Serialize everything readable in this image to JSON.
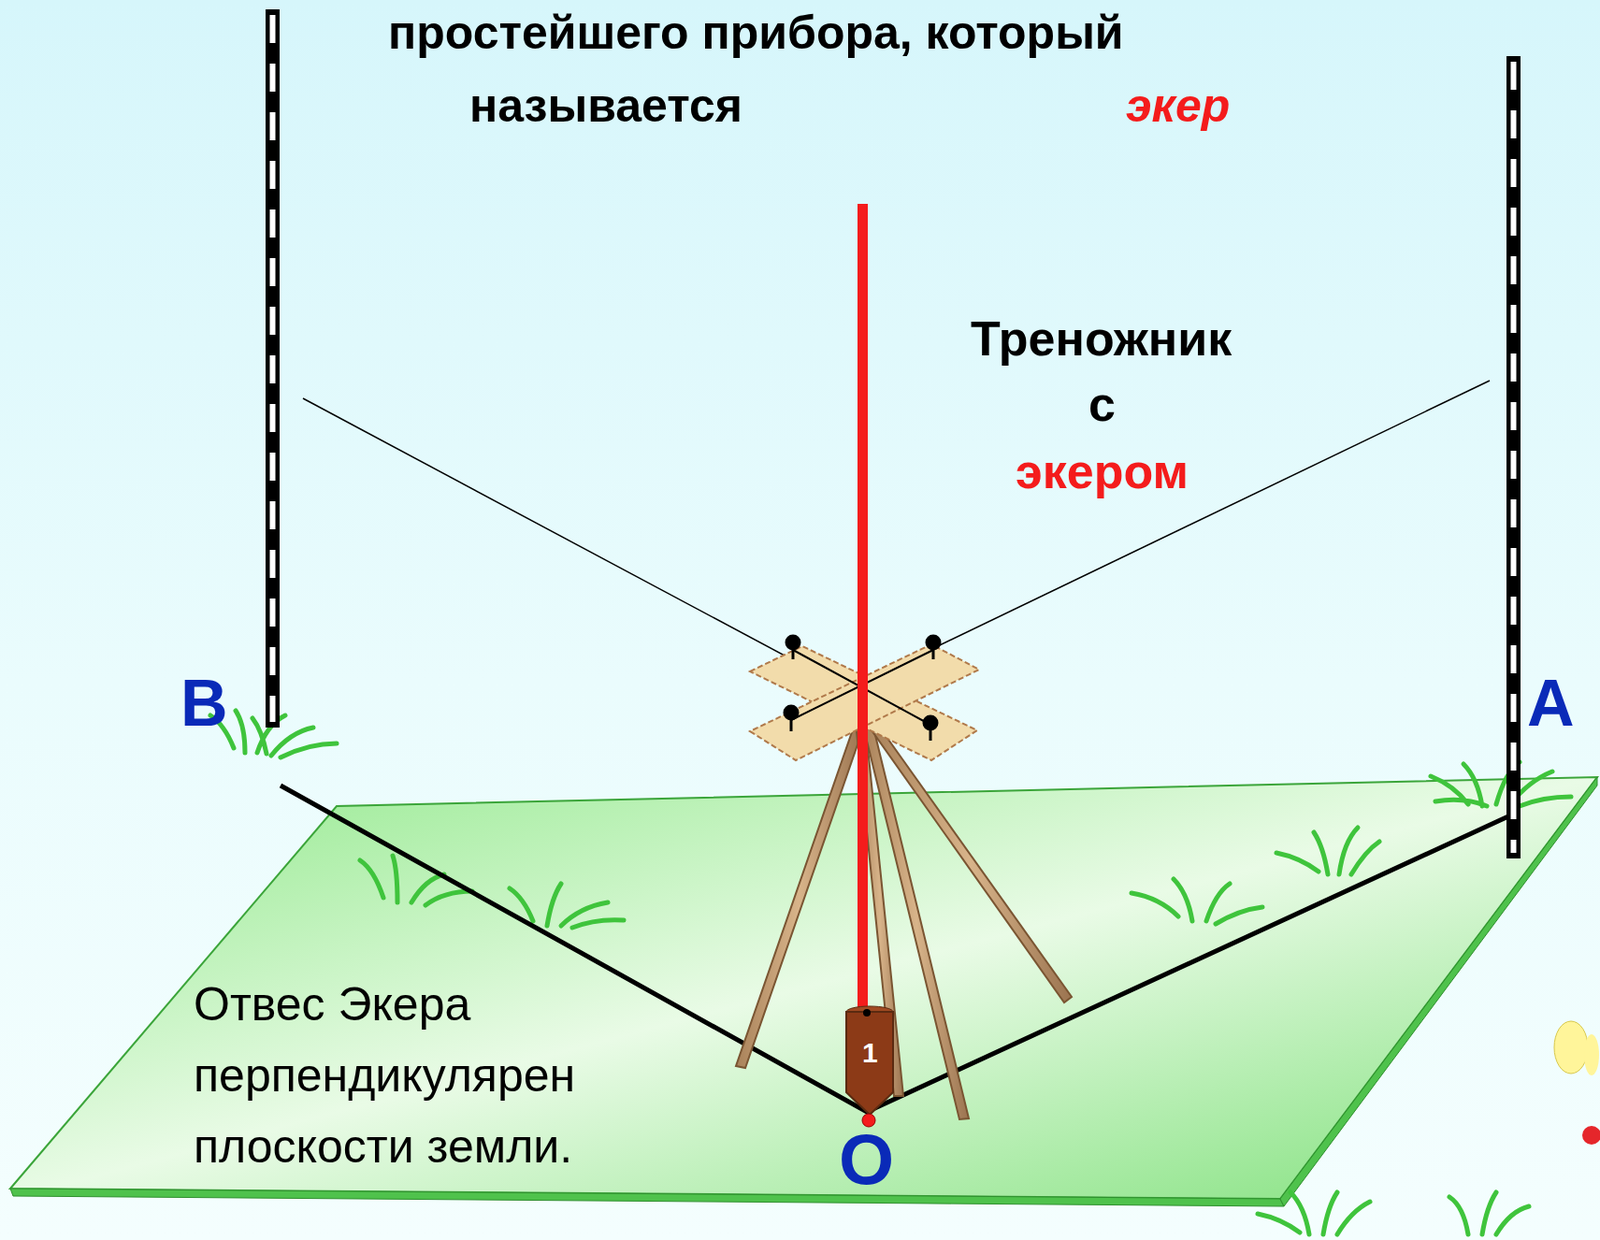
{
  "diagram": {
    "title": "простейшего прибора, который называется",
    "labels": [
      "экер",
      "Треножник",
      "с",
      "экером",
      "B",
      "A",
      "O",
      "1",
      "Отвес Экера перпендикулярен плоскости земли."
    ]
  }
}
